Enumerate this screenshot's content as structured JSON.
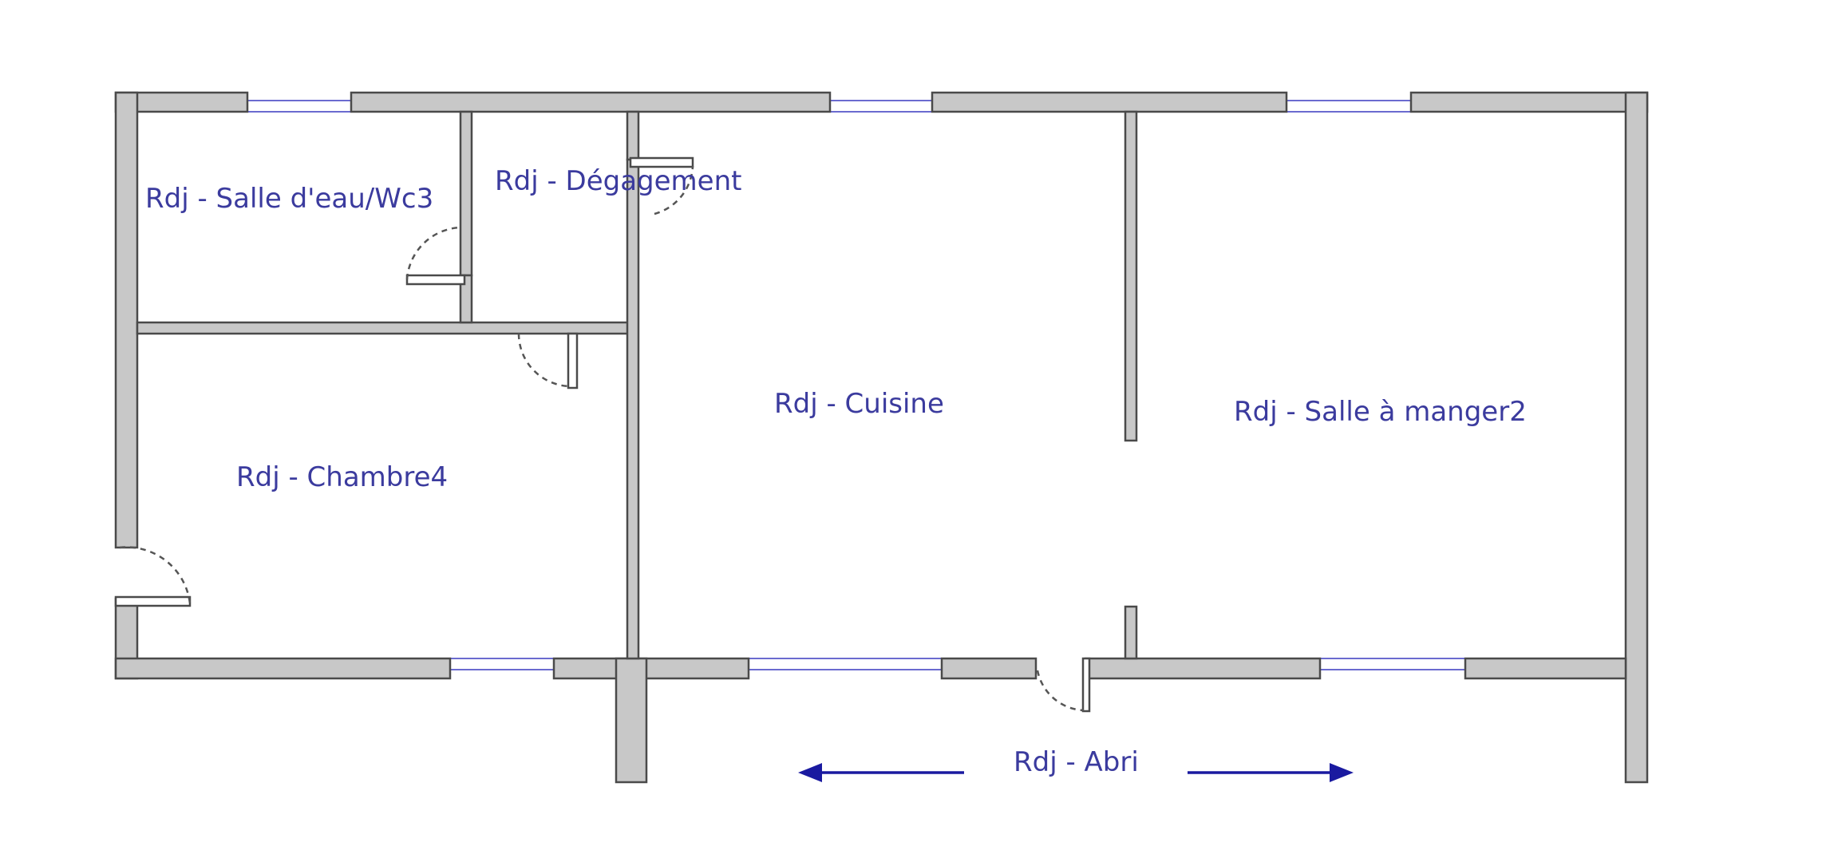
{
  "plan": {
    "rooms": [
      {
        "id": "salle-eau",
        "label": "Rdj - Salle d'eau/Wc3"
      },
      {
        "id": "degagement",
        "label": "Rdj - Dégagement"
      },
      {
        "id": "cuisine",
        "label": "Rdj - Cuisine"
      },
      {
        "id": "salle-manger",
        "label": "Rdj - Salle à manger2"
      },
      {
        "id": "chambre",
        "label": "Rdj - Chambre4"
      },
      {
        "id": "abri",
        "label": "Rdj - Abri"
      }
    ],
    "colors": {
      "wall_fill": "#c8c8c8",
      "wall_outline": "#4a4a4a",
      "window": "#6b6bd0",
      "label": "#3b3b9e",
      "arrow": "#1a1aa0"
    }
  }
}
